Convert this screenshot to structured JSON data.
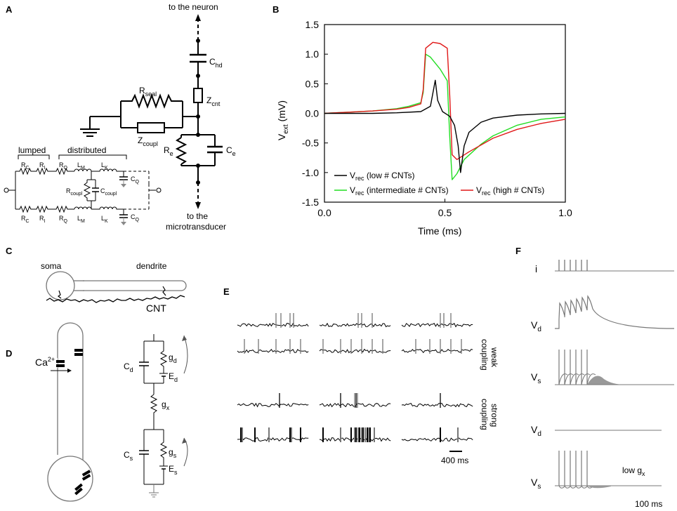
{
  "panels": {
    "A": {
      "letter": "A",
      "to_neuron": "to the neuron",
      "to_micro_line1": "to the",
      "to_micro_line2": "microtransducer",
      "C_hd": "C",
      "C_hd_sub": "hd",
      "R_seal": "R",
      "R_seal_sub": "seal",
      "Z_cnt": "Z",
      "Z_cnt_sub": "cnt",
      "Z_coupl": "Z",
      "Z_coupl_sub": "coupl",
      "R_e": "R",
      "R_e_sub": "e",
      "C_e": "C",
      "C_e_sub": "e",
      "lumped": "lumped",
      "distributed": "distributed",
      "RC": "R",
      "RC_sub": "C",
      "RI": "R",
      "RI_sub": "I",
      "RQ": "R",
      "RQ_sub": "Q",
      "LM": "L",
      "LM_sub": "M",
      "LK": "L",
      "LK_sub": "K",
      "CQ": "C",
      "CQ_sub": "Q",
      "Rcoupl": "R",
      "Rcoupl_sub": "coupl",
      "Ccoupl": "C",
      "Ccoupl_sub": "coupl"
    },
    "B": {
      "letter": "B",
      "ylabel_main": "V",
      "ylabel_sub": "ext",
      "ylabel_unit": "(mV)",
      "xlabel": "Time (ms)"
    },
    "C": {
      "letter": "C",
      "soma": "soma",
      "dendrite": "dendrite",
      "cnt": "CNT"
    },
    "D": {
      "letter": "D",
      "ca": "Ca",
      "ca_sup": "2+",
      "Cd": "C",
      "Cd_sub": "d",
      "gd": "g",
      "gd_sub": "d",
      "Ed": "E",
      "Ed_sub": "d",
      "gx": "g",
      "gx_sub": "x",
      "Cs": "C",
      "Cs_sub": "s",
      "gs": "g",
      "gs_sub": "s",
      "Es": "E",
      "Es_sub": "s"
    },
    "E": {
      "letter": "E",
      "weak_line1": "weak",
      "weak_line2": "coupling",
      "strong_line1": "strong",
      "strong_line2": "coupling",
      "scale": "400 ms"
    },
    "F": {
      "letter": "F",
      "i": "i",
      "Vd": "V",
      "Vd_sub": "d",
      "Vs": "V",
      "Vs_sub": "s",
      "low_gx": "low g",
      "low_gx_sub": "x",
      "scale": "100 ms"
    }
  },
  "chart_data": {
    "type": "line",
    "xlim": [
      0.0,
      1.0
    ],
    "ylim": [
      -1.5,
      1.5
    ],
    "xticks": [
      "0.0",
      "0.5",
      "1.0"
    ],
    "yticks": [
      "1.5",
      "1.0",
      "0.5",
      "0.0",
      "-0.5",
      "-1.0",
      "-1.5"
    ],
    "legend_placement": "bottom",
    "series": [
      {
        "name": "V",
        "name_sub": "rec",
        "name_rest": " (low # CNTs)",
        "color": "#000000",
        "x": [
          0.0,
          0.1,
          0.2,
          0.3,
          0.4,
          0.44,
          0.455,
          0.46,
          0.47,
          0.49,
          0.52,
          0.54,
          0.555,
          0.565,
          0.57,
          0.58,
          0.6,
          0.65,
          0.7,
          0.8,
          0.9,
          1.0
        ],
        "y": [
          0.0,
          0.0,
          0.0,
          0.01,
          0.03,
          0.12,
          0.45,
          0.56,
          0.22,
          0.03,
          -0.05,
          -0.2,
          -0.55,
          -1.0,
          -0.85,
          -0.55,
          -0.32,
          -0.15,
          -0.08,
          -0.03,
          -0.01,
          0.0
        ]
      },
      {
        "name": "V",
        "name_sub": "rec",
        "name_rest": " (intermediate # CNTs)",
        "color": "#22dd22",
        "x": [
          0.0,
          0.1,
          0.2,
          0.3,
          0.35,
          0.4,
          0.41,
          0.42,
          0.44,
          0.48,
          0.51,
          0.52,
          0.53,
          0.55,
          0.58,
          0.65,
          0.7,
          0.8,
          0.9,
          1.0
        ],
        "y": [
          0.0,
          0.02,
          0.04,
          0.08,
          0.12,
          0.18,
          0.35,
          1.0,
          0.95,
          0.75,
          0.55,
          -0.4,
          -1.12,
          -1.02,
          -0.78,
          -0.52,
          -0.38,
          -0.2,
          -0.1,
          -0.06
        ]
      },
      {
        "name": "V",
        "name_sub": "rec",
        "name_rest": " (high # CNTs)",
        "color": "#e01818",
        "x": [
          0.0,
          0.1,
          0.2,
          0.3,
          0.35,
          0.4,
          0.41,
          0.42,
          0.45,
          0.48,
          0.51,
          0.52,
          0.53,
          0.55,
          0.6,
          0.7,
          0.8,
          0.9,
          1.0
        ],
        "y": [
          0.0,
          0.02,
          0.04,
          0.07,
          0.1,
          0.16,
          0.4,
          1.1,
          1.2,
          1.18,
          1.1,
          0.3,
          -0.7,
          -0.78,
          -0.65,
          -0.42,
          -0.27,
          -0.17,
          -0.1
        ]
      }
    ]
  }
}
